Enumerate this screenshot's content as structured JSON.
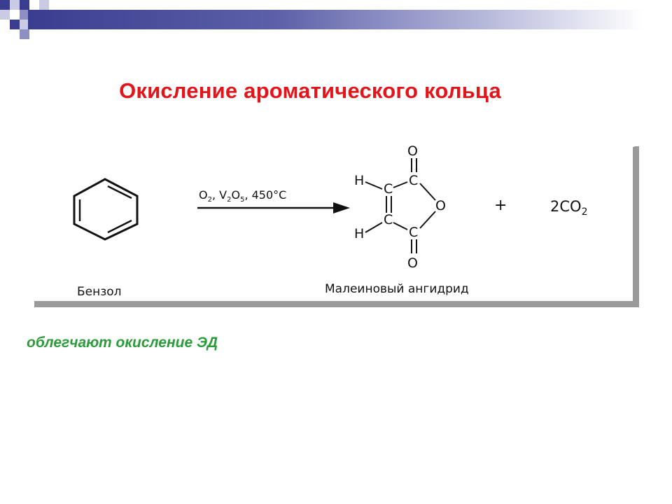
{
  "slide": {
    "title": "Окисление ароматического кольца",
    "note": "облегчают окисление ЭД"
  },
  "reaction": {
    "reactant_label": "Бензол",
    "conditions": {
      "o": "O",
      "o_sub": "2",
      "sep1": ", ",
      "v": "V",
      "v_sub": "2",
      "o2": "O",
      "o2_sub": "5",
      "temp": ", 450°C"
    },
    "product_label": "Малеиновый ангидрид",
    "product_atoms": {
      "o_top": "O",
      "h_top": "H",
      "c_top_left": "C",
      "c_top_right": "C",
      "o_ring": "O",
      "c_bottom_left": "C",
      "c_bottom_right": "C",
      "h_bottom": "H",
      "o_bottom": "O"
    },
    "plus": "+",
    "byproduct": {
      "coef_formula": "2CO",
      "sub": "2"
    }
  },
  "colors": {
    "title": "#e3151a",
    "note": "#2b9c3a",
    "header_dark": "#3a3d8f",
    "frame_shadow": "#9a9a9a"
  }
}
